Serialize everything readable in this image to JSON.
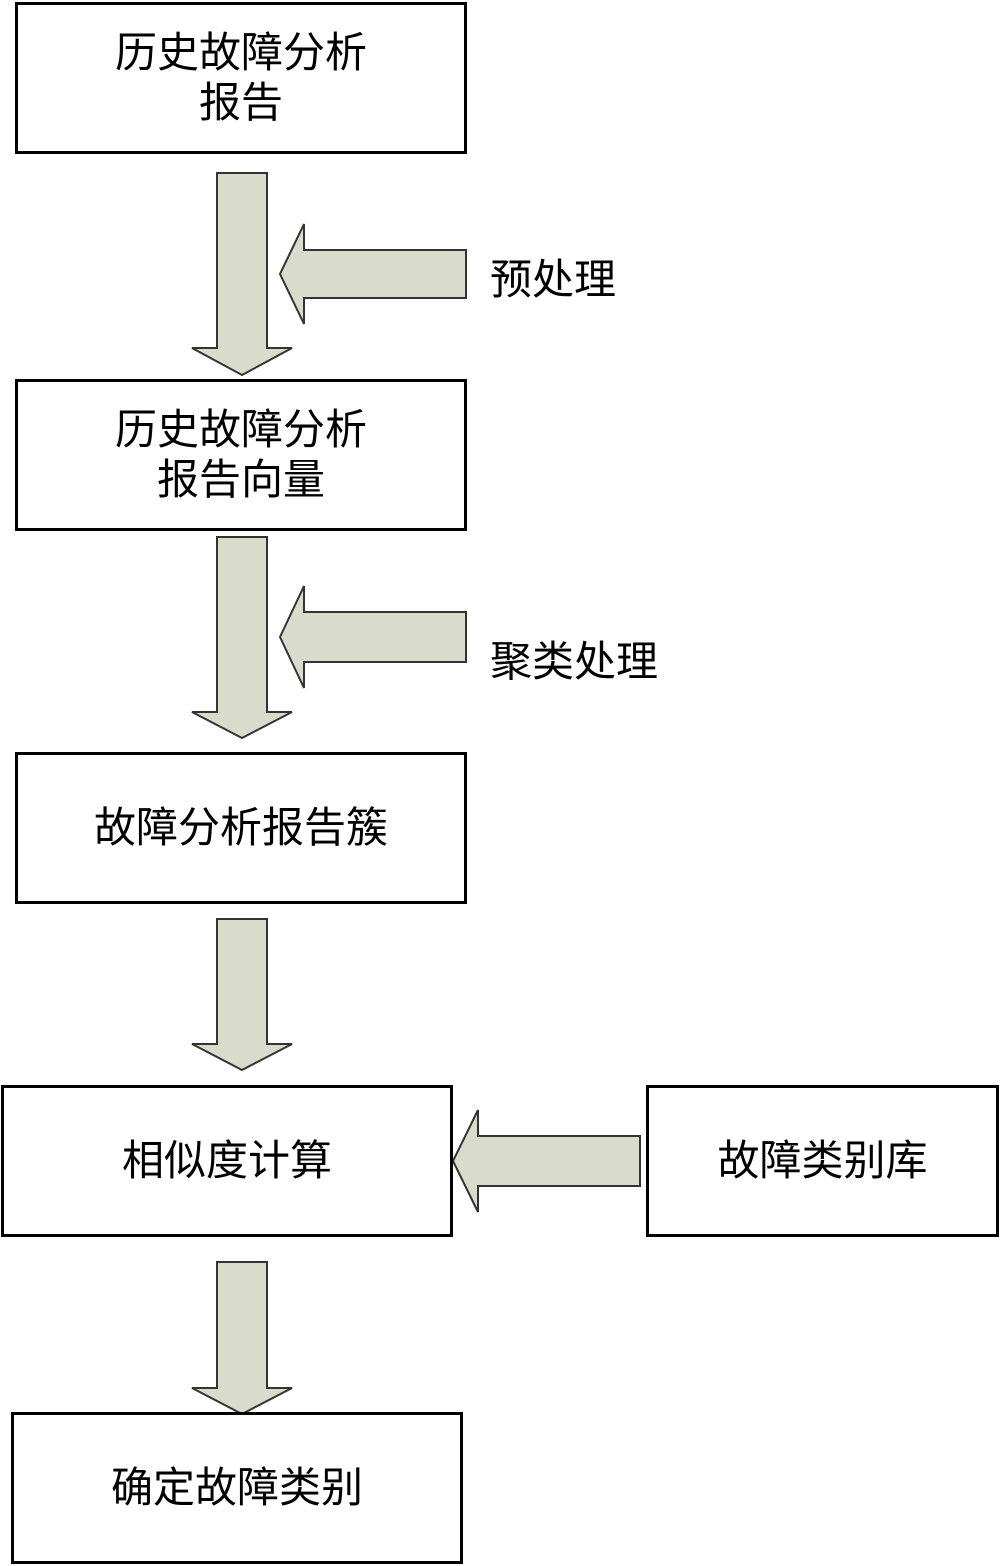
{
  "nodes": {
    "history_report": [
      "历史故障分析",
      "报告"
    ],
    "report_vector": [
      "历史故障分析",
      "报告向量"
    ],
    "report_cluster": "故障分析报告簇",
    "similarity": "相似度计算",
    "fault_library": "故障类别库",
    "determine_category": "确定故障类别"
  },
  "steps": {
    "preprocess": "预处理",
    "clustering": "聚类处理"
  },
  "colors": {
    "arrow_fill": "#d9dbcb",
    "border": "#000000"
  }
}
